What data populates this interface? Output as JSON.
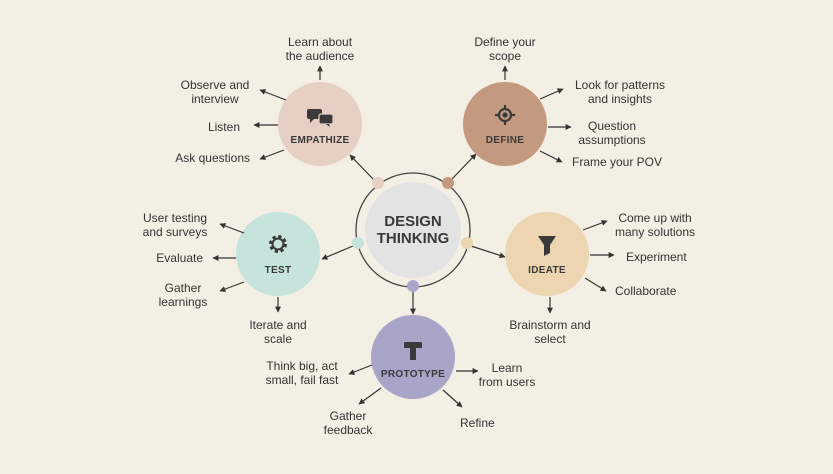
{
  "center": {
    "line1": "DESIGN",
    "line2": "THINKING"
  },
  "colors": {
    "background": "#f4efe4",
    "empathize": "#e6cfc3",
    "define": "#c39a80",
    "ideate": "#ecd5b0",
    "prototype": "#a9a5c9",
    "test": "#c6e4db",
    "center": "#e3e3e3"
  },
  "nodes": {
    "empathize": {
      "title": "EMPATHIZE",
      "icon": "chat-bubbles-icon",
      "items": [
        "Learn about\nthe audience",
        "Observe and\ninterview",
        "Listen",
        "Ask questions"
      ]
    },
    "define": {
      "title": "DEFINE",
      "icon": "target-crosshair-icon",
      "items": [
        "Define your\nscope",
        "Look for patterns\nand insights",
        "Question\nassumptions",
        "Frame your POV"
      ]
    },
    "ideate": {
      "title": "IDEATE",
      "icon": "funnel-icon",
      "items": [
        "Come up with\nmany solutions",
        "Experiment",
        "Collaborate",
        "Brainstorm and\nselect"
      ]
    },
    "prototype": {
      "title": "PROTOTYPE",
      "icon": "tool-icon",
      "items": [
        "Think big, act\nsmall, fail fast",
        "Learn\nfrom users",
        "Gather\nfeedback",
        "Refine"
      ]
    },
    "test": {
      "title": "TEST",
      "icon": "gear-icon",
      "items": [
        "User testing\nand surveys",
        "Evaluate",
        "Gather\nlearnings",
        "Iterate and\nscale"
      ]
    }
  }
}
